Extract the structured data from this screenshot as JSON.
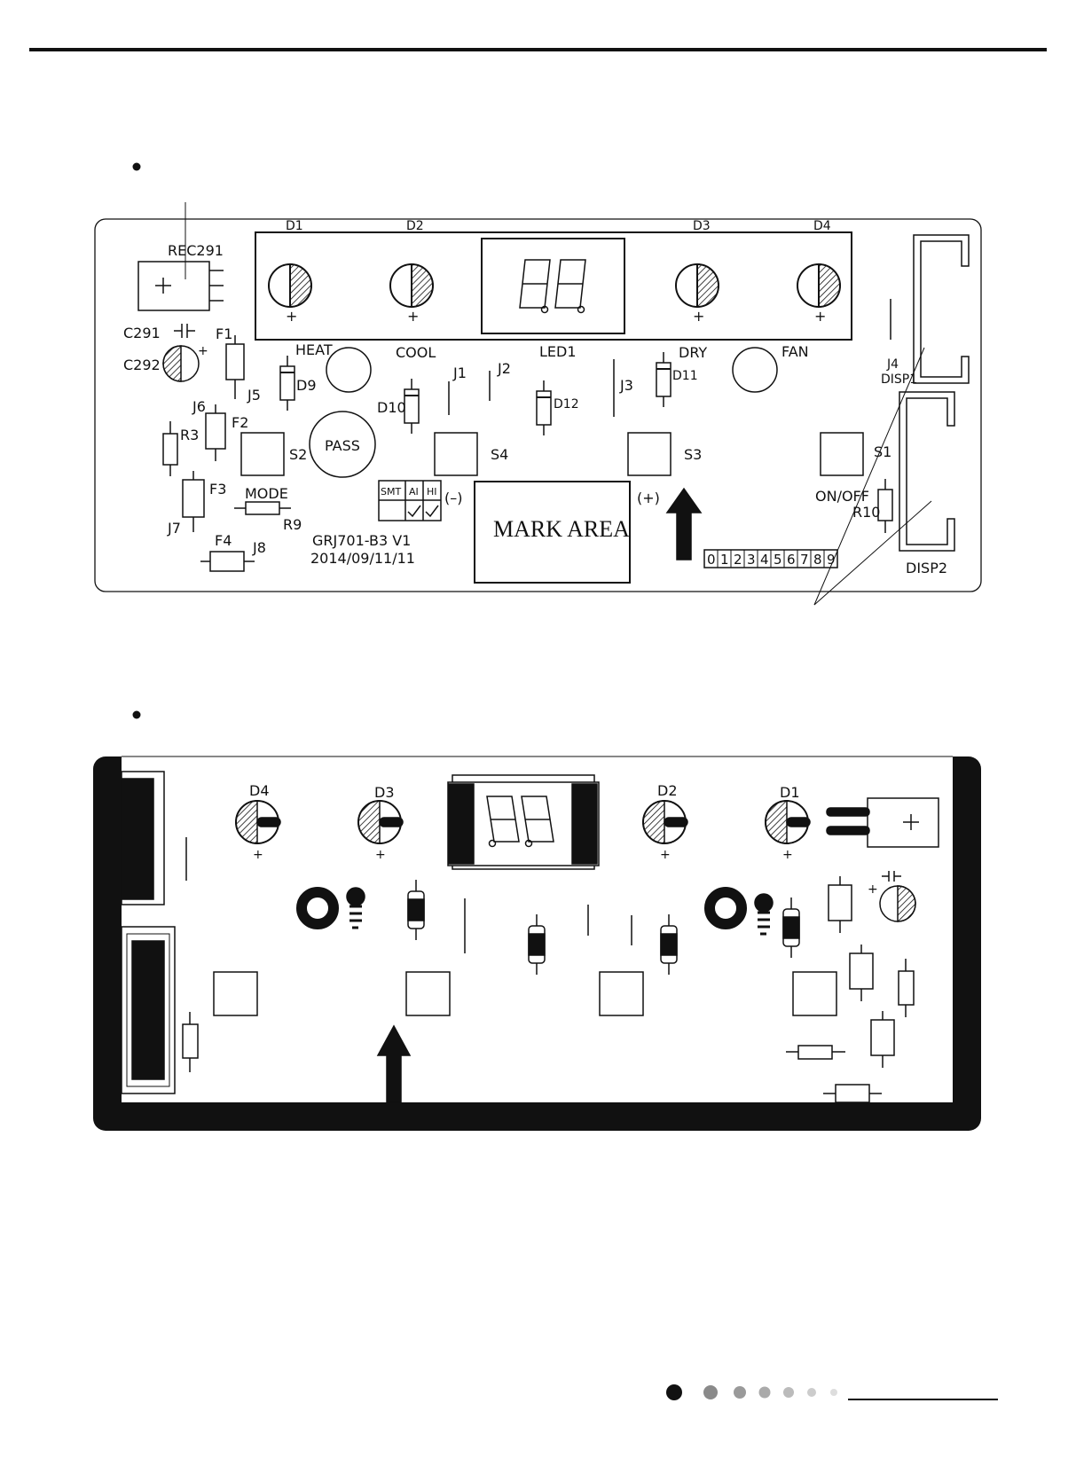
{
  "top_board": {
    "led_labels": [
      "D1",
      "D2",
      "D3",
      "D4"
    ],
    "mode_labels": [
      "HEAT",
      "COOL",
      "LED1",
      "DRY",
      "FAN"
    ],
    "receiver_label": "REC291",
    "caps": [
      "C291",
      "C292"
    ],
    "fuses": [
      "F1",
      "F2",
      "F3",
      "F4"
    ],
    "jumpers": [
      "J1",
      "J2",
      "J3",
      "J4",
      "J5",
      "J6",
      "J7",
      "J8"
    ],
    "diodes": [
      "D9",
      "D10",
      "D11",
      "D12"
    ],
    "resistors": [
      "R3",
      "R9",
      "R10"
    ],
    "switches": [
      "S1",
      "S2",
      "S3",
      "S4"
    ],
    "pass_label": "PASS",
    "mode_label": "MODE",
    "onoff_label": "ON/OFF",
    "minus_label": "(–)",
    "plus_label": "(+)",
    "mark_area": "MARK  AREA",
    "model_line": "GRJ701-B3  V1",
    "date_line": "2014/09/11/11",
    "table_headers": [
      "SMT",
      "AI",
      "HI"
    ],
    "digits": [
      "0",
      "1",
      "2",
      "3",
      "4",
      "5",
      "6",
      "7",
      "8",
      "9"
    ],
    "disp1": "DISP1",
    "disp2": "DISP2",
    "plus_sign": "+"
  },
  "bottom_board": {
    "led_labels": [
      "D4",
      "D3",
      "D2",
      "D1"
    ],
    "plus_sign": "+"
  }
}
